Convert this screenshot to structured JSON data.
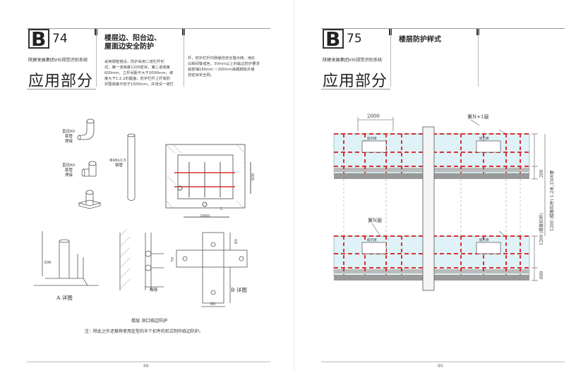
{
  "left": {
    "section_letter": "B",
    "page_code": "74",
    "series_name": "陕建发展集团VIS视觉识别系统",
    "section_title": "应用部分",
    "heading": [
      "楼层边、阳台边、",
      "屋面边安全防护"
    ],
    "body_col1": [
      "    采用钢管搭设，防护采用二道栏杆形",
      "式，第一道高度1200密目，第二道高度",
      "600mm，立杆间距不大于2000mm，坡",
      "度大于1:2.2的屋面，防护栏杆上杆高防",
      "护围高度不低于1500mm，并增设一道栏"
    ],
    "body_col2": [
      "杆，防护栏杆内侧悬挂安全警示牌，用红",
      "白相间警戒色，30mm以上的临边防护要求",
      "底部铺180mm ~200mm高踢脚板并悬",
      "挂密目安全网。"
    ],
    "fig_labels": {
      "elbow": [
        "直径60",
        "套管",
        "焊接"
      ],
      "tee": [
        "直径60",
        "套管",
        "焊接"
      ],
      "pipe": [
        "Φ48x3.5",
        "钢管"
      ],
      "dim_2000": "2000",
      "dim_600": "600",
      "l": "L",
      "a_dim": "300",
      "detail_a": "A 详图",
      "detail_b": "B 详图",
      "wall": "隔墙",
      "b_60": "60",
      "b_70": "70",
      "b_80": "80"
    },
    "caption": "楼层 洞口临边防护",
    "note": "注：除此之外还推荐使用定型的半个扣件的形式制作临边防护。",
    "footer_page": "88"
  },
  "right": {
    "section_letter": "B",
    "page_code": "75",
    "series_name": "陕建发展集团VIS视觉识别系统",
    "section_title": "应用部分",
    "heading": "楼层防护样式",
    "fig_labels": {
      "dim_2000": "2000",
      "floor_n1": "第N+1层",
      "floor_n": "第N层",
      "sign": "提示牌",
      "dim_200": "200",
      "dim_1200_top": "1200 (楼板栏杆) 1.2米,1500屋",
      "dim_1200_bot": "1200 (楼板栏杆)",
      "dim_600": "600"
    },
    "footer_page": "89"
  }
}
